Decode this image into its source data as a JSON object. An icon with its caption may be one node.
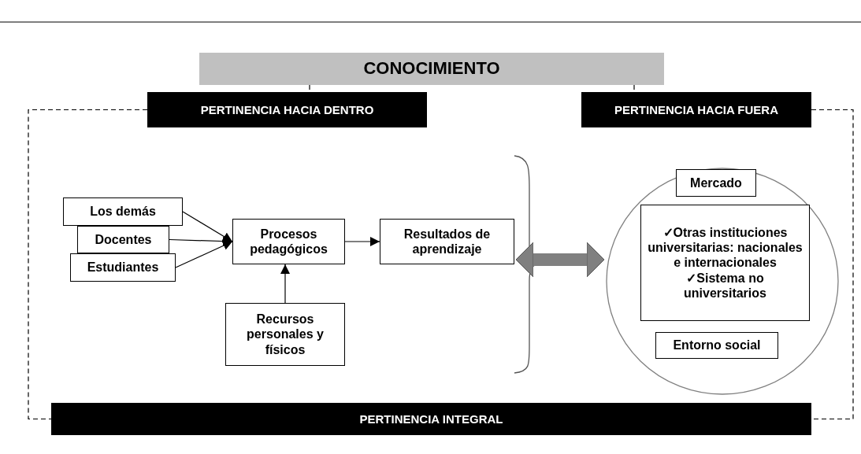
{
  "diagram": {
    "nodes": [
      {
        "text": [
          "CONOCIMIENTO"
        ]
      },
      {
        "text": [
          "PERTINENCIA HACIA DENTRO"
        ]
      },
      {
        "text": [
          "PERTINENCIA HACIA FUERA"
        ]
      },
      {
        "text": [
          "Los demás"
        ]
      },
      {
        "text": [
          "Docentes"
        ]
      },
      {
        "text": [
          "Estudiantes"
        ]
      },
      {
        "text": [
          "Procesos pedagógicos"
        ]
      },
      {
        "text": [
          "Resultados de aprendizaje"
        ]
      },
      {
        "text": [
          "Recursos personales y físicos"
        ]
      },
      {
        "text": [],
        "shape": "circle"
      },
      {
        "text": [
          "Mercado"
        ],
        "in": 9
      },
      {
        "text": [
          "✓Otras instituciones universitarias: nacionales e internacionales",
          "✓Sistema no universitarios"
        ],
        "in": 9
      },
      {
        "text": [
          "Entorno social"
        ],
        "in": 9
      },
      {
        "text": [
          "PERTINENCIA INTEGRAL"
        ]
      }
    ],
    "edges": [
      {
        "from": 0,
        "to": 1,
        "arrow": "none",
        "style": "dashed"
      },
      {
        "from": 0,
        "to": 2,
        "arrow": "none",
        "style": "dashed"
      },
      {
        "from": 1,
        "to": 13,
        "arrow": "none",
        "style": "dashed"
      },
      {
        "from": 2,
        "to": 13,
        "arrow": "none",
        "style": "dashed"
      },
      {
        "from": 3,
        "to": 6,
        "arrow": "to"
      },
      {
        "from": 4,
        "to": 6,
        "arrow": "to"
      },
      {
        "from": 5,
        "to": 6,
        "arrow": "to"
      },
      {
        "from": 6,
        "to": 7,
        "arrow": "to"
      },
      {
        "from": 8,
        "to": 6,
        "arrow": "to"
      },
      {
        "from": 7,
        "to": 9,
        "arrow": "both",
        "style": "thick",
        "color": "#808080"
      }
    ]
  }
}
